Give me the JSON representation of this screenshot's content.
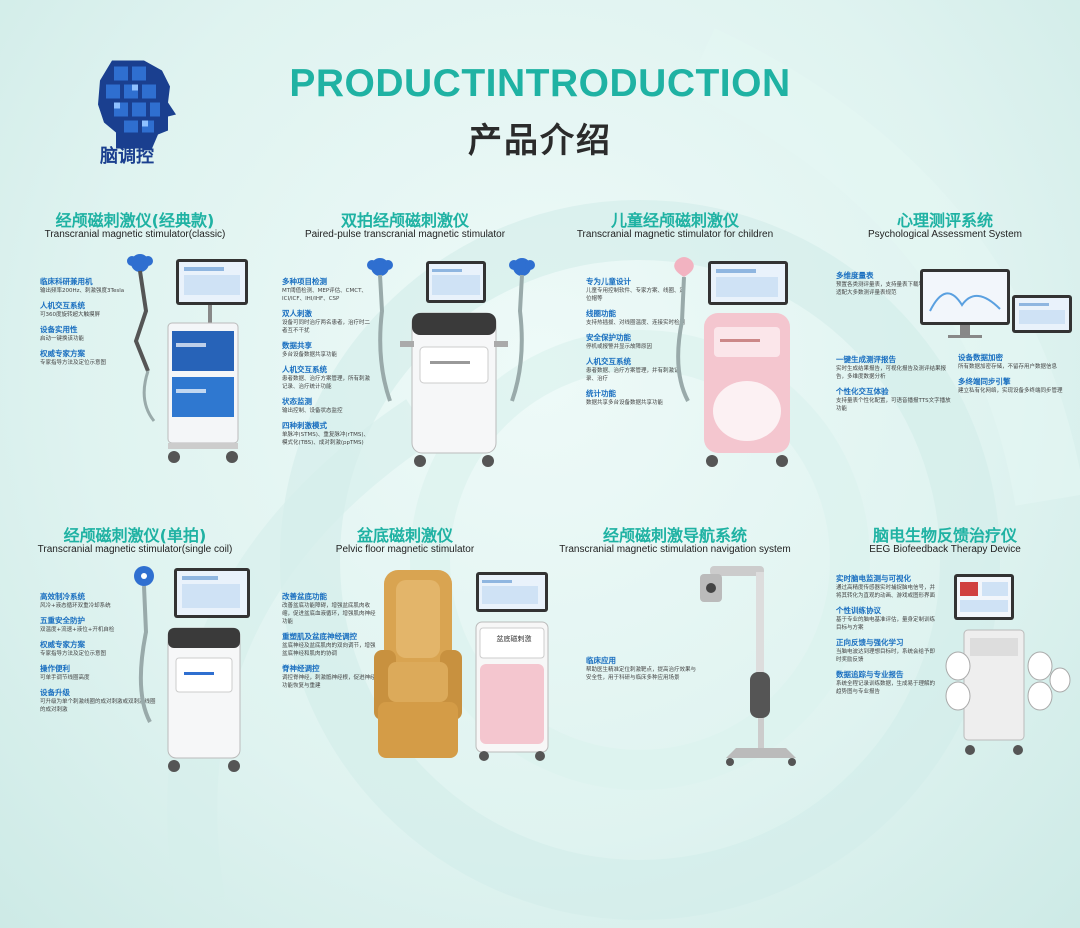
{
  "header": {
    "logo_text": "脑调控",
    "title_en": "PRODUCTINTRODUCTION",
    "title_cn": "产品介绍"
  },
  "colors": {
    "accent": "#1fb2a3",
    "brand_blue": "#1a3f8f",
    "feature_blue": "#1a6fc0",
    "pink_cabinet": "#f4c6cf",
    "chair": "#d9a451"
  },
  "products": [
    {
      "title_cn": "经颅磁刺激仪(经典款)",
      "title_en": "Transcranial magnetic stimulator(classic)",
      "features": [
        {
          "title": "临床科研兼用机",
          "desc": "输出频率200Hz、刺激强度3Tesla"
        },
        {
          "title": "人机交互系统",
          "desc": "可360度旋转超大触摸屏"
        },
        {
          "title": "设备实用性",
          "desc": "启动一键换该功能"
        },
        {
          "title": "权威专家方案",
          "desc": "专家指导方法及定位示意图"
        }
      ]
    },
    {
      "title_cn": "双拍经颅磁刺激仪",
      "title_en": "Paired-pulse transcranial magnetic stimulator",
      "features": [
        {
          "title": "多种项目检测",
          "desc": "MT阈值检测、MEP评估、CMCT、ICI/ICF、IHI/IHF、CSP"
        },
        {
          "title": "双人刺激",
          "desc": "设备可同时治疗两名患者，治疗时二者互不干扰"
        },
        {
          "title": "数据共享",
          "desc": "多台设备数据共享功能"
        },
        {
          "title": "人机交互系统",
          "desc": "患者数据、治疗方案管理，所有刺激记录、治疗统计功能"
        },
        {
          "title": "状态监测",
          "desc": "输出控制、设备状态监控"
        },
        {
          "title": "四种刺激模式",
          "desc": "单脉冲(STMS)、重复脉冲(rTMS)、模式化(TBS)、成对刺激(ppTMS)"
        }
      ]
    },
    {
      "title_cn": "儿童经颅磁刺激仪",
      "title_en": "Transcranial magnetic stimulator for children",
      "features": [
        {
          "title": "专为儿童设计",
          "desc": "儿童专用控制软件、专家方案、线圈、定位帽等"
        },
        {
          "title": "线圈功能",
          "desc": "支持热插拔、对线圈温度、连接实时检测"
        },
        {
          "title": "安全保护功能",
          "desc": "停机或报警并显示故障原因"
        },
        {
          "title": "人机交互系统",
          "desc": "患者数据、治疗方案管理，并有刺激记录、治疗"
        },
        {
          "title": "统计功能",
          "desc": "数据共享多台设备数据共享功能"
        }
      ]
    },
    {
      "title_cn": "心理测评系统",
      "title_en": "Psychological Assessment System",
      "features": [
        {
          "title": "多维度量表",
          "desc": "预置各类测评量表，支持量表下载导入，适配大多数测评量表规范"
        },
        {
          "title": "一键生成测评报告",
          "desc": "实时生成结果报告，可视化报告及测评结果报告，多维度数据分析"
        },
        {
          "title": "设备数据加密",
          "desc": "所有数据加密存储，不留存用户数据信息"
        },
        {
          "title": "个性化交互体验",
          "desc": "支持量表个性化配置，可语音播报TTS文字播放功能"
        },
        {
          "title": "多终端同步引擎",
          "desc": "建立私有化网络，实现设备多终端同步管理"
        }
      ]
    },
    {
      "title_cn": "经颅磁刺激仪(单拍)",
      "title_en": "Transcranial magnetic stimulator(single coil)",
      "features": [
        {
          "title": "高效制冷系统",
          "desc": "风冷+液态循环双重冷却系统"
        },
        {
          "title": "五重安全防护",
          "desc": "双温度+流速+液位+开机自检"
        },
        {
          "title": "权威专家方案",
          "desc": "专家指导方法及定位示意图"
        },
        {
          "title": "操作便利",
          "desc": "可单手调节线圈高度"
        },
        {
          "title": "设备升级",
          "desc": "可升级为单个刺激线圈的成对刺激或双刺激线圈的成对刺激"
        }
      ]
    },
    {
      "title_cn": "盆底磁刺激仪",
      "title_en": "Pelvic floor magnetic stimulator",
      "cabinet_label": "盆底磁刺激",
      "features": [
        {
          "title": "改善盆底功能",
          "desc": "改善盆底功能障碍，增强盆底肌肉收缩，促进盆底血液循环，增强肌肉神经功能"
        },
        {
          "title": "重塑肌及盆底神经调控",
          "desc": "盆底神经及盆底肌肉的双向调节，增强盆底神经和肌肉的协调"
        },
        {
          "title": "脊神经调控",
          "desc": "调控脊神经，刺激骶神经根，促进神经功能恢复与重建"
        }
      ]
    },
    {
      "title_cn": "经颅磁刺激导航系统",
      "title_en": "Transcranial magnetic stimulation navigation system",
      "features": [
        {
          "title": "临床应用",
          "desc": "帮助医生精准定位刺激靶点，提高治疗效果与安全性，用于科研与临床多种应用场景"
        }
      ]
    },
    {
      "title_cn": "脑电生物反馈治疗仪",
      "title_en": "EEG Biofeedback Therapy Device",
      "features": [
        {
          "title": "实时脑电监测与可视化",
          "desc": "通过高精度传感器实时捕捉脑电信号，并将其转化为直观的动画、游戏或图形界面"
        },
        {
          "title": "个性训练协议",
          "desc": "基于专业的脑电基准评估，量身定制训练目标与方案"
        },
        {
          "title": "正向反馈与强化学习",
          "desc": "当脑电波达到理想目标时，系统会给予即时奖励反馈"
        },
        {
          "title": "数据追踪与专业报告",
          "desc": "系统全程记录训练数据，生成易于理解的趋势图与专业报告"
        }
      ]
    }
  ]
}
